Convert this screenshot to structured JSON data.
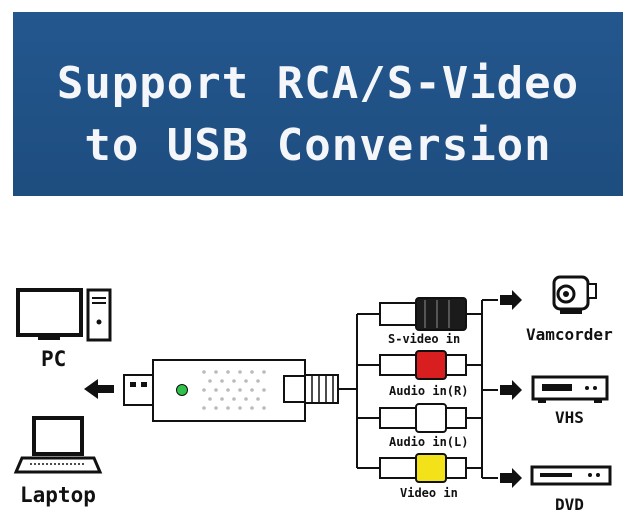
{
  "banner": {
    "title_line1": "Support RCA/S-Video",
    "title_line2": "to USB Conversion",
    "bg_color": "#1f4f82"
  },
  "devices": {
    "pc": "PC",
    "laptop": "Laptop",
    "camcorder": "Vamcorder",
    "vhs": "VHS",
    "dvd": "DVD"
  },
  "connectors": {
    "svideo": "S-video in",
    "audio_r": "Audio in(R)",
    "audio_l": "Audio in(L)",
    "video": "Video in"
  },
  "colors": {
    "led": "#2fc24a",
    "audio_r": "#d81e1e",
    "video": "#f3e21a",
    "line": "#111111"
  },
  "icons": [
    "computer-icon",
    "laptop-icon",
    "usb-plug-icon",
    "camcorder-icon",
    "vhs-player-icon",
    "dvd-player-icon"
  ]
}
